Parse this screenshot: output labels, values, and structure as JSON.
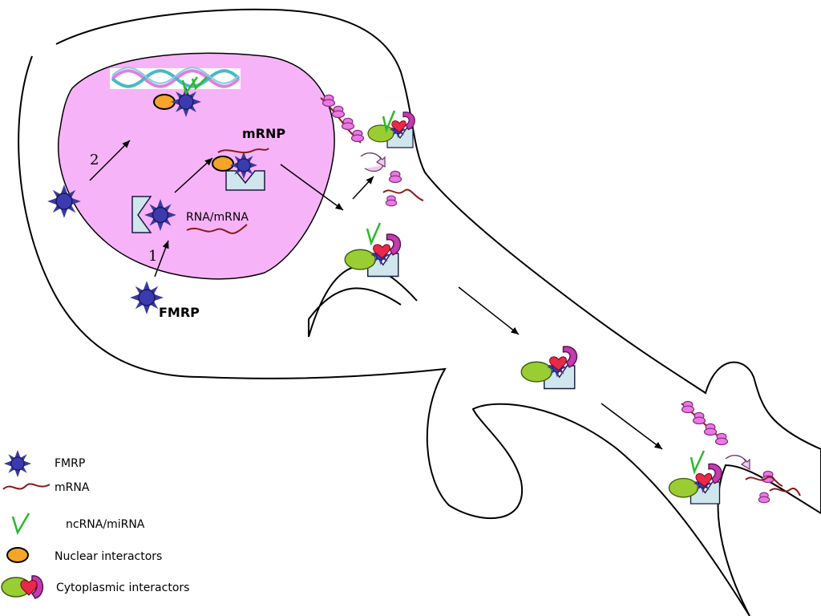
{
  "diagram": {
    "labels": {
      "mrnp": "mRNP",
      "rna_mrna": "RNA/mRNA",
      "fmrp": "FMRP",
      "step1": "1",
      "step2": "2"
    },
    "legend": [
      {
        "icon": "fmrp-star-icon",
        "label": "FMRP"
      },
      {
        "icon": "mrna-squiggle-icon",
        "label": "mRNA"
      },
      {
        "icon": "ncrna-check-icon",
        "label": "ncRNA/miRNA"
      },
      {
        "icon": "nuclear-interactor-icon",
        "label": "Nuclear interactors"
      },
      {
        "icon": "cytoplasmic-interactor-icon",
        "label": "Cytoplasmic interactors"
      }
    ],
    "colors": {
      "nucleus": "#f7b3f7",
      "fmrp": "#3a3a9e",
      "mrna": "#8b1a1a",
      "ncrna": "#2db82d",
      "nuclear_interactor": "#f5a52a",
      "cyto_green": "#9acd32",
      "cyto_magenta": "#c23bb0",
      "cyto_heart": "#e8294a",
      "ribosome": "#e87ae0",
      "box": "#cfe6ec"
    }
  }
}
